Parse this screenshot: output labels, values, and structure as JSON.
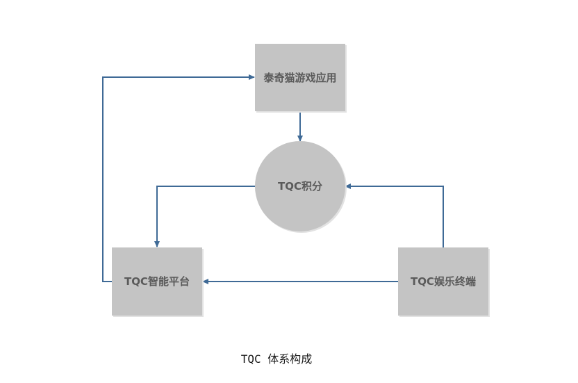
{
  "diagram": {
    "nodes": {
      "game_app": "泰奇猫游戏应用",
      "points": "TQC积分",
      "platform": "TQC智能平台",
      "terminal": "TQC娱乐终端"
    },
    "caption": "TQC 体系构成"
  },
  "colors": {
    "node_fill": "#c4c4c4",
    "connector": "#3f6a96",
    "label": "#5a5a5a"
  }
}
